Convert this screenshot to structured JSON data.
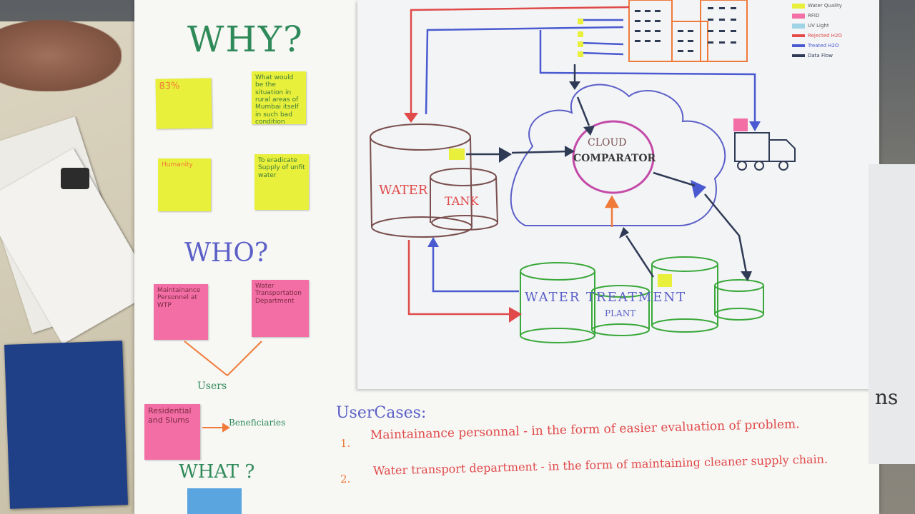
{
  "headings": {
    "why": "WHY?",
    "who": "WHO?",
    "what": "WHAT ?"
  },
  "why_notes": [
    {
      "title": "83%",
      "body": ""
    },
    {
      "title": "What would be the situation in rural areas of Mumbai itself in such bad condition",
      "body": ""
    },
    {
      "title": "Humanity",
      "body": ""
    },
    {
      "title": "To eradicate Supply of unfit water",
      "body": ""
    }
  ],
  "who_notes": [
    "Maintainance Personnel at WTP",
    "Water Transportation Department"
  ],
  "users_label": "Users",
  "residential_note": "Residential and Slums",
  "beneficiaries_label": "Beneficiaries",
  "usercases": {
    "title": "UserCases:",
    "items": [
      {
        "num": "1.",
        "text": "Maintainance personnal - in the form of easier evaluation of problem."
      },
      {
        "num": "2.",
        "text": "Water transport department - in the form of maintaining cleaner supply chain."
      }
    ]
  },
  "diagram": {
    "tank_word1": "WATER",
    "tank_word2": "TANK",
    "cloud_line1": "CLOUD",
    "cloud_line2": "COMPARATOR",
    "treatment_label": "WATER TREATMENT",
    "plant_label": "PLANT"
  },
  "legend": [
    {
      "label": "Water Quality",
      "color": "#e9f03b"
    },
    {
      "label": "RFID",
      "color": "#f36ea4"
    },
    {
      "label": "UV Light",
      "color": "#9fd3e6"
    },
    {
      "label": "Rejected H2O",
      "color": "#e84a4a"
    },
    {
      "label": "Treated H2O",
      "color": "#4a5ad0"
    },
    {
      "label": "Data Flow",
      "color": "#2f3a55"
    }
  ],
  "right_edge_text": "ns",
  "colors": {
    "marker_green": "#2f8a5a",
    "marker_blue": "#5b5fc7",
    "marker_red": "#e04a4a",
    "marker_orange": "#f07a3a",
    "marker_brown": "#7a4e4e",
    "marker_dark": "#2f3a55",
    "marker_magenta": "#c44aa8",
    "marker_lime_green": "#3aa83a"
  }
}
